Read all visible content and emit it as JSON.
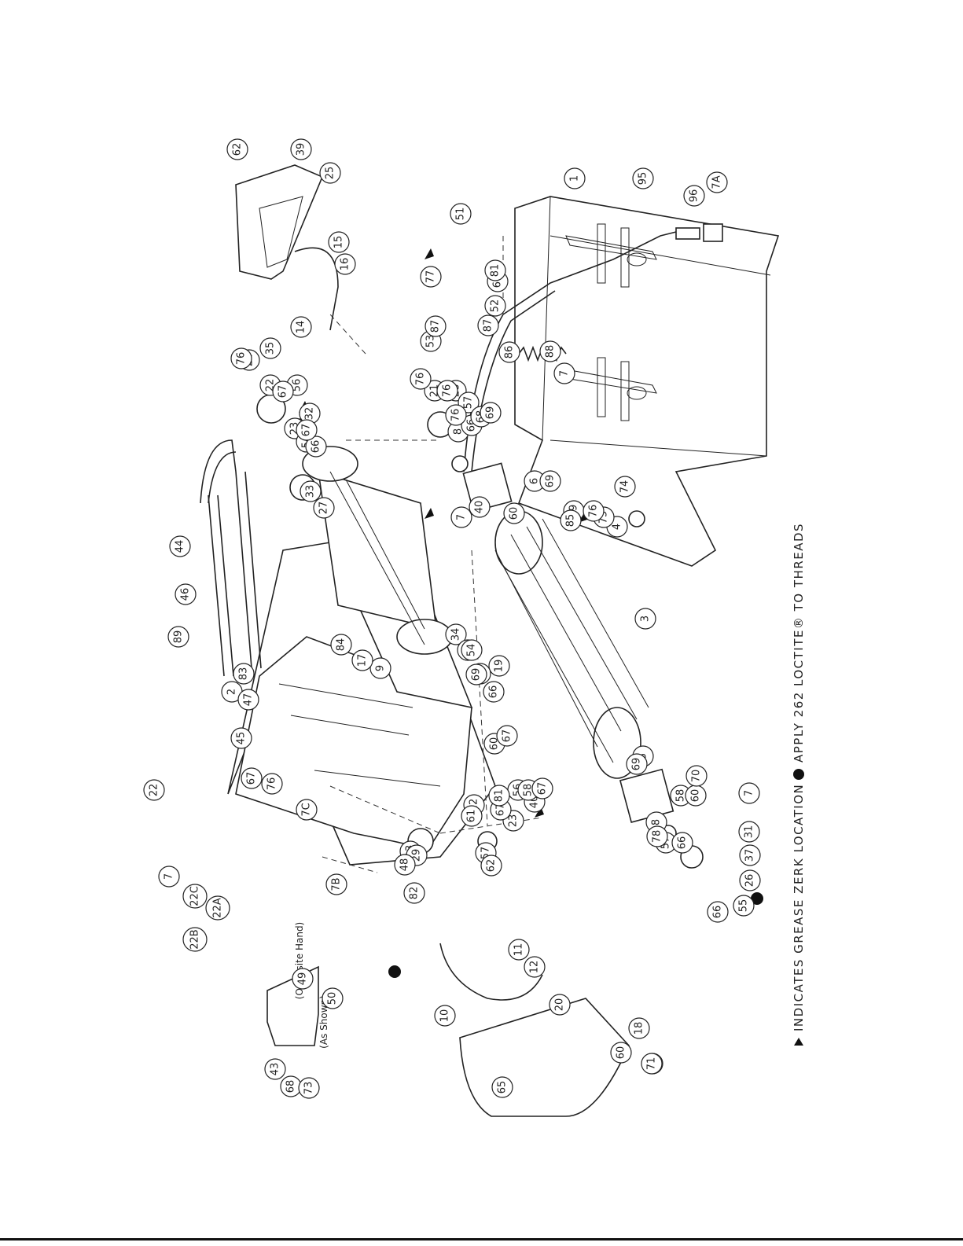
{
  "legend": {
    "grease_note": "INDICATES GREASE ZERK LOCATION",
    "loctite_note": "APPLY 262 LOCTITE® TO THREADS"
  },
  "annotations": {
    "opposite_hand": "(Opposite Hand)",
    "as_shown": "(As Shown)"
  },
  "callouts": [
    "1",
    "2",
    "3",
    "4",
    "5",
    "6",
    "7",
    "7",
    "7",
    "7",
    "8",
    "8",
    "9",
    "10",
    "11",
    "12",
    "13",
    "14",
    "15",
    "16",
    "17",
    "18",
    "19",
    "20",
    "21",
    "22",
    "22",
    "22",
    "23",
    "23",
    "24",
    "25",
    "26",
    "27",
    "28",
    "29",
    "31",
    "32",
    "33",
    "34",
    "35",
    "37",
    "39",
    "40",
    "40",
    "42",
    "43",
    "44",
    "45",
    "46",
    "47",
    "48",
    "49",
    "50",
    "51",
    "52",
    "53",
    "54",
    "54",
    "55",
    "56",
    "56",
    "57",
    "57",
    "57",
    "58",
    "58",
    "59",
    "60",
    "60",
    "60",
    "60",
    "61",
    "62",
    "62",
    "65",
    "66",
    "66",
    "66",
    "66",
    "66",
    "66",
    "66",
    "67",
    "67",
    "67",
    "67",
    "67",
    "67",
    "67",
    "68",
    "68",
    "69",
    "69",
    "69",
    "69",
    "70",
    "71",
    "73",
    "74",
    "75",
    "76",
    "76",
    "76",
    "76",
    "76",
    "76",
    "77",
    "78",
    "81",
    "81",
    "82",
    "83",
    "84",
    "85",
    "86",
    "87",
    "87",
    "88",
    "89",
    "95",
    "96",
    "7A",
    "7B",
    "7C",
    "22A",
    "22B",
    "22C"
  ]
}
